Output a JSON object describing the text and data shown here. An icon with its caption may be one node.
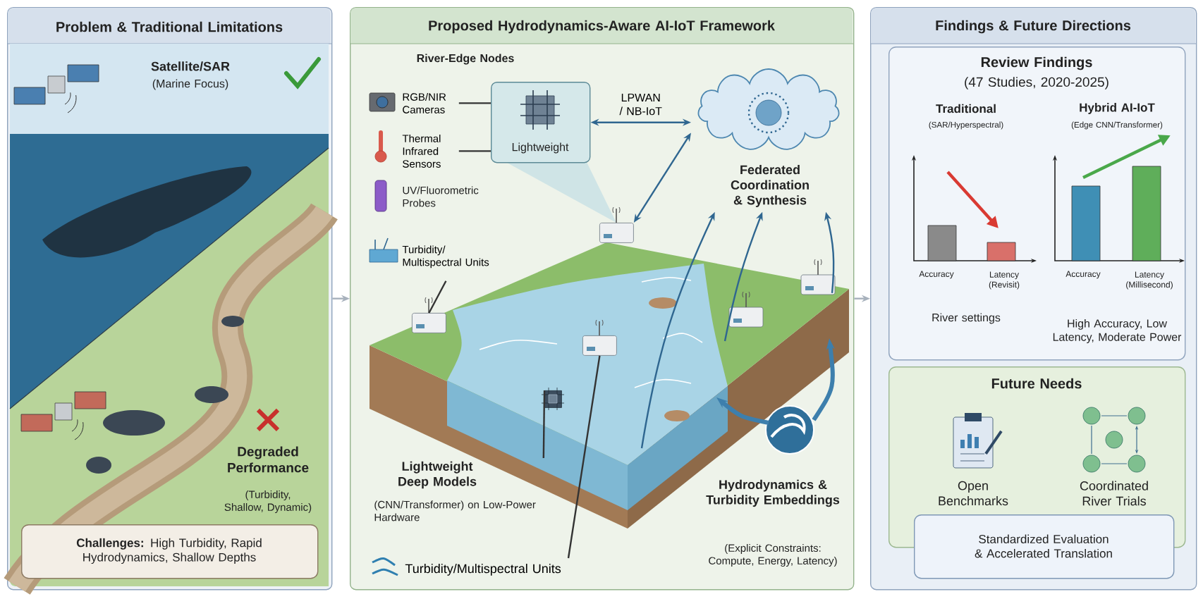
{
  "diagram": {
    "nodes": [
      {
        "text": [
          "Problem & Traditional Limitations"
        ]
      },
      {
        "text": [
          "**Challenges:** High Turbidity, Rapid Hydrodynamics, Shallow Depths"
        ],
        "in": 0
      },
      {
        "text": [
          "Proposed Hydrodynamics-Aware AI-IoT Framework"
        ]
      },
      {
        "text": [
          "Findings & Future Directions"
        ]
      },
      {
        "text": [
          "Review Findings",
          "(47 Studies, 2020-2025)"
        ],
        "in": 3
      },
      {
        "text": [
          "Future Needs"
        ],
        "in": 3
      },
      {
        "text": [
          "Standardized Evaluation & Accelerated Translation"
        ],
        "in": 3
      },
      {
        "text": [
          "Lightweight"
        ],
        "in": 2
      },
      {
        "text": [
          "Federated Coordination & Synthesis"
        ],
        "in": 2
      },
      {
        "text": [
          "RGB/NIR Cameras"
        ],
        "in": 2
      },
      {
        "text": [
          "Thermal Infrared Sensors"
        ],
        "in": 2
      },
      {
        "text": [],
        "shape": "picture",
        "in": 2
      },
      {
        "text": [
          "Turbidity/ Multispectral Units"
        ],
        "in": 2
      },
      {
        "text": [
          "Lightweight Deep Models",
          "(CNN/Transformer) on Low-Power Hardware"
        ],
        "in": 2
      },
      {
        "text": [],
        "shape": "picture",
        "in": 16
      },
      {
        "text": [
          "Turbidity/Multispectral Units"
        ],
        "in": 2
      },
      {
        "text": [],
        "shape": "picture",
        "in": 2
      },
      {
        "text": [],
        "shape": "picture",
        "in": 16
      },
      {
        "text": [],
        "shape": "picture",
        "in": 16
      }
    ],
    "edges": [
      {
        "from": 0,
        "to": 2,
        "arrow": "to",
        "color": "#a7b1bc"
      },
      {
        "from": 2,
        "to": 3,
        "arrow": "to",
        "color": "#a7b1bc"
      },
      {
        "from": 7,
        "to": 8,
        "arrow": "both",
        "label": "LPWAN / NB-IoT"
      },
      {
        "from": 11,
        "to": 8,
        "arrow": "both"
      },
      {
        "from": 16,
        "to": 8,
        "arrow": "to"
      },
      {
        "from": 16,
        "to": 8,
        "arrow": "to"
      },
      {
        "from": 16,
        "to": 8,
        "arrow": "to"
      },
      {
        "from": 9,
        "to": 7,
        "arrow": "none",
        "color": "#333333"
      },
      {
        "from": 10,
        "to": 7,
        "arrow": "none",
        "color": "#333333"
      },
      {
        "from": 12,
        "to": 17,
        "arrow": "none",
        "color": "#333333"
      },
      {
        "from": 13,
        "to": 18,
        "arrow": "none",
        "color": "#333333"
      },
      {
        "from": 15,
        "to": 14,
        "arrow": "none",
        "color": "#333333"
      }
    ],
    "labels": [
      "Satellite/SAR",
      "(Marine Focus)",
      "Degraded Performance",
      "(Turbidity, Shallow, Dynamic)",
      "River-Edge Nodes",
      "UV/Fluorometric Probes",
      "Hydrodynamics & Turbidity Embeddings",
      "(Explicit Constraints: Compute, Energy, Latency)",
      "Traditional",
      "(SAR/Hyperspectral)",
      "Hybrid AI-IoT",
      "(Edge CNN/Transformer)",
      "Accuracy",
      "Latency (Revisit)",
      "Accuracy",
      "Latency (Millisecond)",
      "River settings",
      "High Accuracy, Low Latency, Moderate Power",
      "Open Benchmarks",
      "Coordinated River Trials"
    ]
  }
}
